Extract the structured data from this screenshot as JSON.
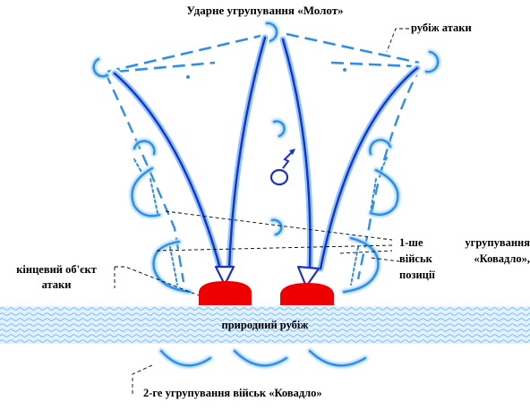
{
  "diagram": {
    "title": "Ударне угрупування «Молот»",
    "attack_line": "рубіж атаки",
    "final_objective": {
      "line1": "кінцевий об'єкт",
      "line2": "атаки"
    },
    "first_group": {
      "line1_w1": "1-ше",
      "line1_w2": "угрупування",
      "line2_w1": "військ",
      "line2_w2": "«Ковадло»,",
      "line3": "позиції"
    },
    "natural_line": "природний рубіж",
    "second_group": "2-ге угрупування військ «Ковадло»"
  },
  "colors": {
    "unit_blue": "#2f8fe8",
    "unit_glow": "#a9d6ff",
    "arrow_blue": "#1b2fd0",
    "objective_red": "#ee0000",
    "terrain_blue": "#5fa8ee",
    "terrain_fill": "#e2f1ff",
    "leader": "#000000"
  },
  "icons": {
    "unit": "unit-arc-icon",
    "command_post": "command-post-icon",
    "objective": "objective-icon",
    "arrow": "attack-arrow-icon"
  }
}
